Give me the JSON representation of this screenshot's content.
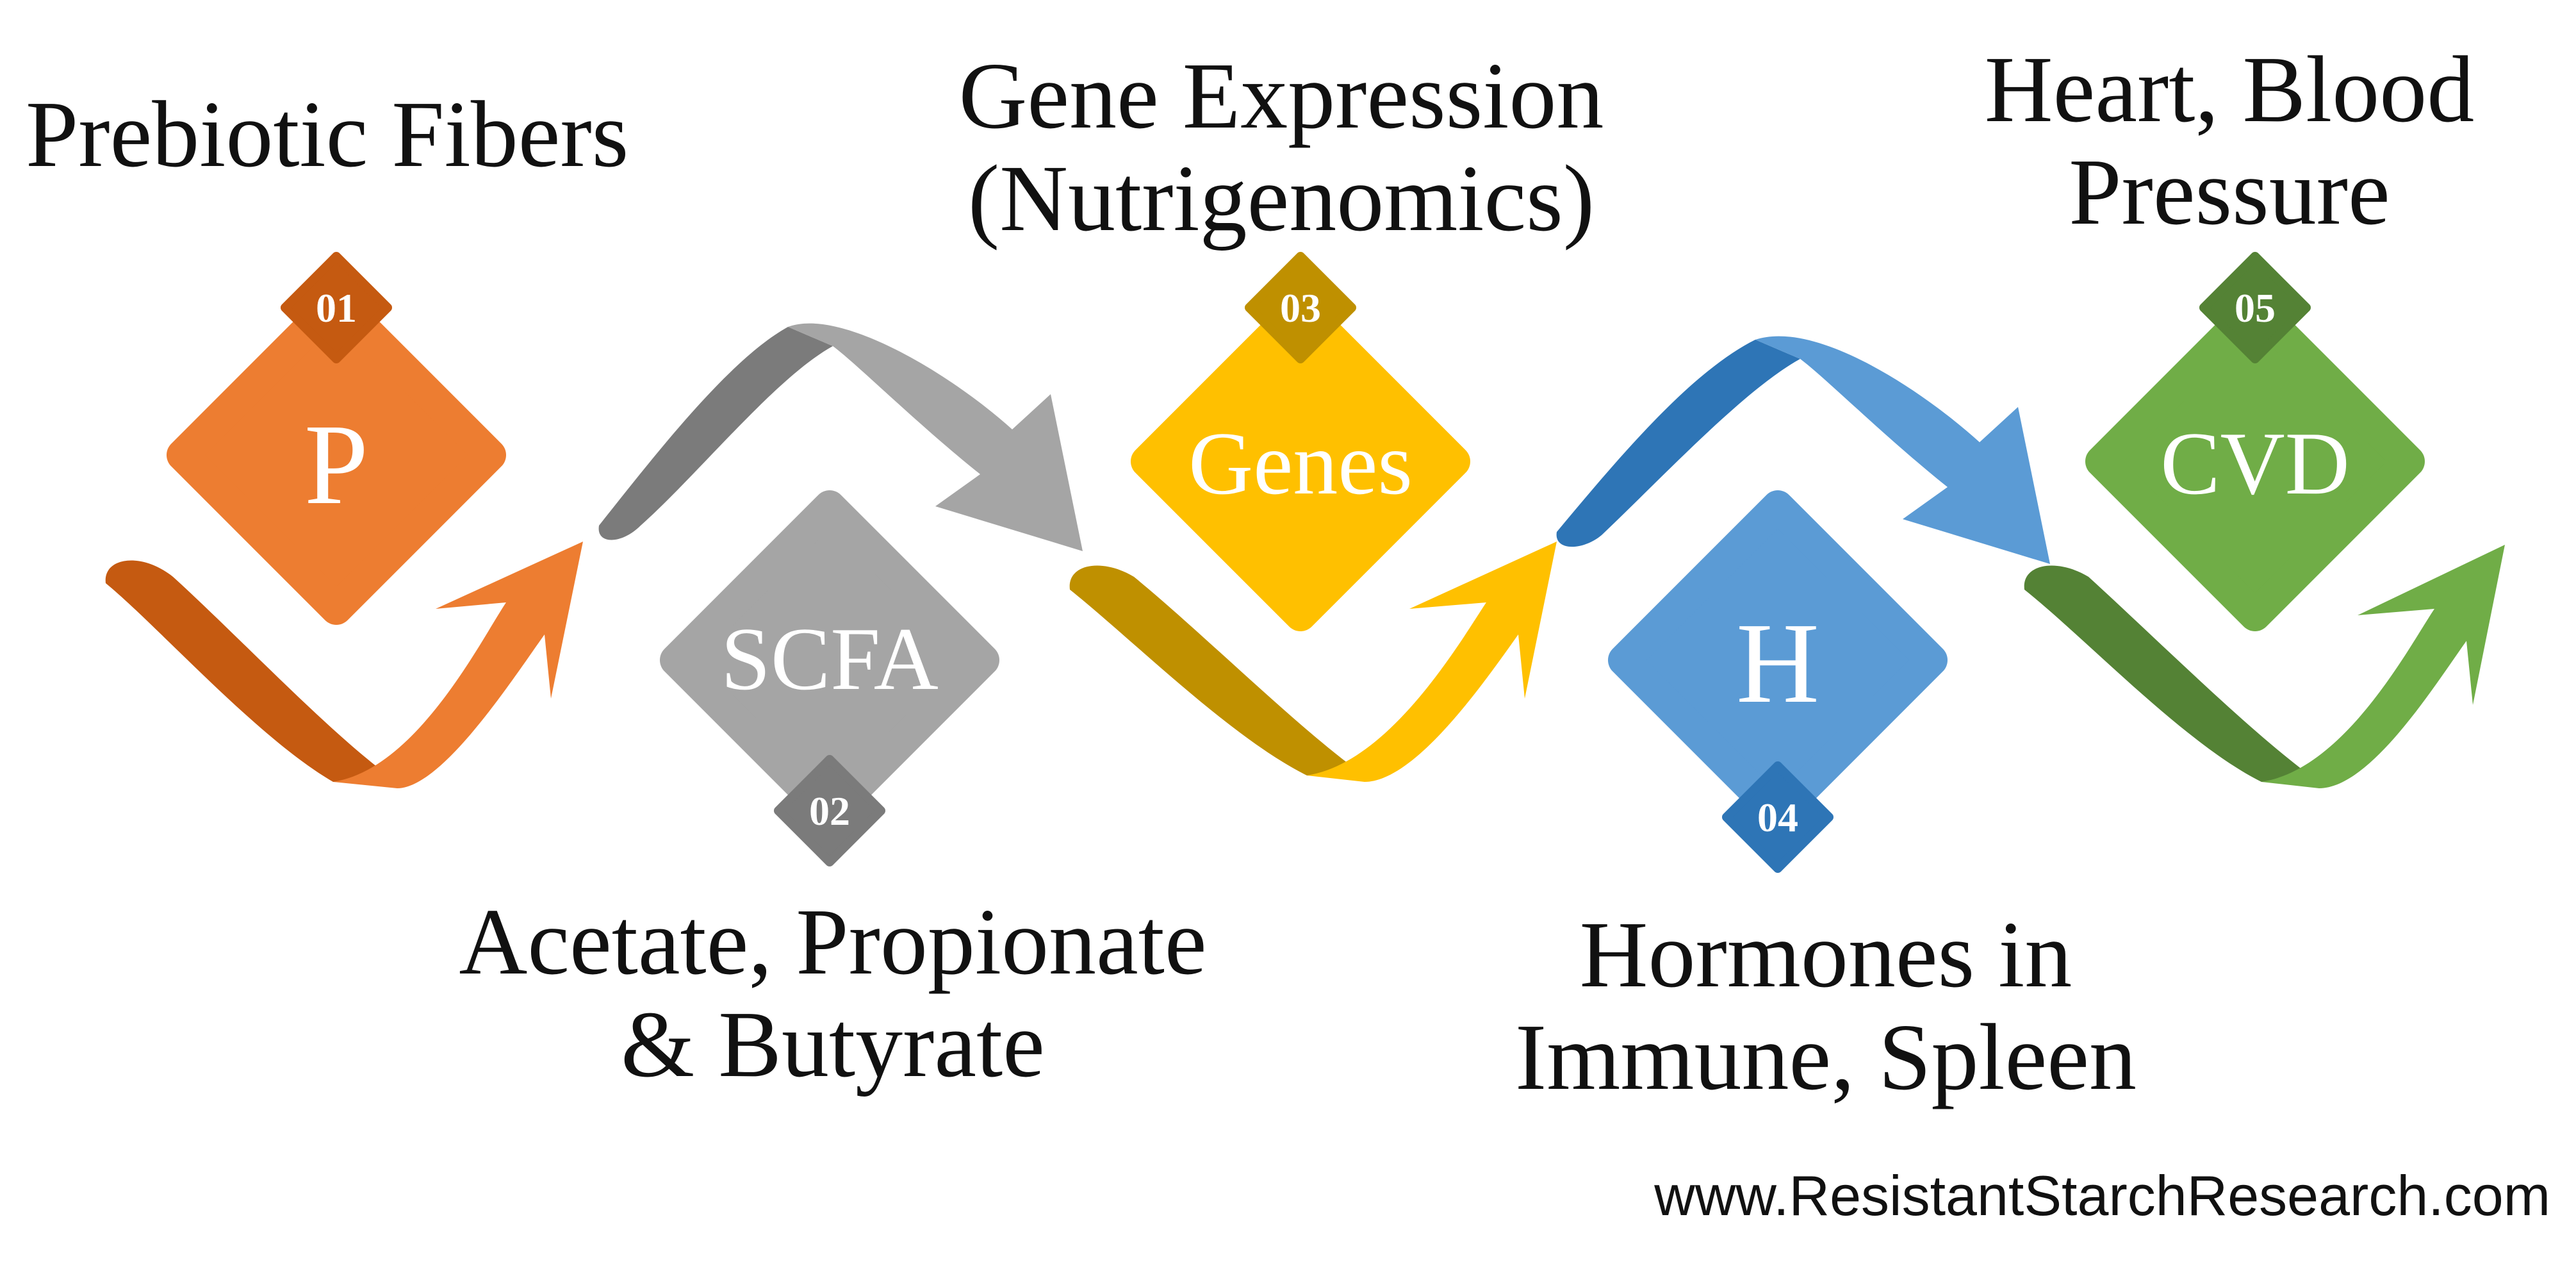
{
  "colors": {
    "orange": "#ED7D31",
    "orange_dark": "#C55A11",
    "gray": "#A5A5A5",
    "gray_dark": "#7B7B7B",
    "gold": "#FFC000",
    "gold_dark": "#BF9000",
    "blue": "#5B9BD5",
    "blue_dark": "#2E75B6",
    "green": "#70AD47",
    "green_dark": "#548235"
  },
  "steps": [
    {
      "number": "01",
      "symbol": "P",
      "caption_lines": [
        "Prebiotic Fibers"
      ],
      "color": "orange"
    },
    {
      "number": "02",
      "symbol": "SCFA",
      "caption_lines": [
        "Acetate, Propionate",
        "& Butyrate"
      ],
      "color": "gray"
    },
    {
      "number": "03",
      "symbol": "Genes",
      "caption_lines": [
        "Gene Expression",
        "(Nutrigenomics)"
      ],
      "color": "gold"
    },
    {
      "number": "04",
      "symbol": "H",
      "caption_lines": [
        "Hormones in",
        "Immune, Spleen"
      ],
      "color": "blue"
    },
    {
      "number": "05",
      "symbol": "CVD",
      "caption_lines": [
        "Heart, Blood",
        "Pressure"
      ],
      "color": "green"
    }
  ],
  "footer": {
    "website": "www.ResistantStarchResearch.com"
  }
}
